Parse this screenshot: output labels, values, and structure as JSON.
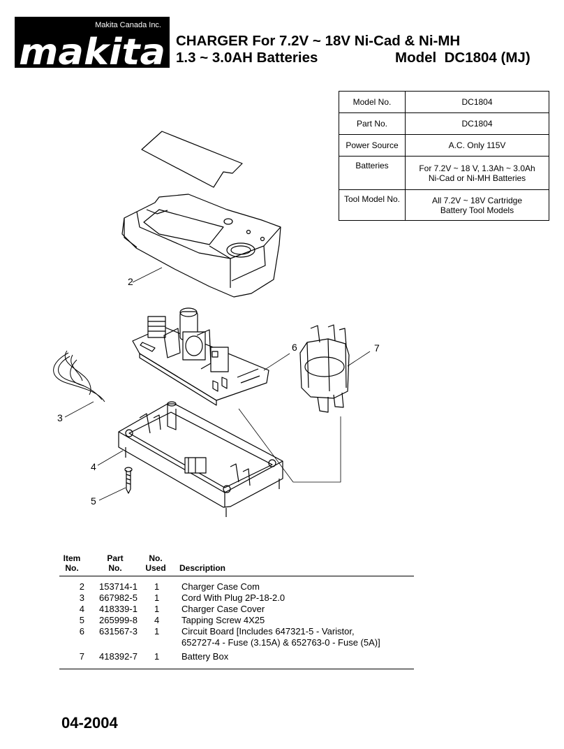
{
  "logo": {
    "company": "Makita Canada Inc.",
    "brand": "makita"
  },
  "header": {
    "title_line1": "CHARGER For 7.2V ~ 18V Ni-Cad & Ni-MH",
    "title_line2": "1.3 ~ 3.0AH Batteries",
    "model": "Model  DC1804 (MJ)"
  },
  "specs": [
    {
      "label": "Model No.",
      "value": "DC1804"
    },
    {
      "label": "Part No.",
      "value": "DC1804"
    },
    {
      "label": "Power Source",
      "value": "A.C. Only 115V"
    },
    {
      "label": "Batteries",
      "value_line1": "For 7.2V ~ 18 V, 1.3Ah ~ 3.0Ah",
      "value_line2": "Ni-Cad  or Ni-MH Batteries"
    },
    {
      "label": "Tool Model No.",
      "value_line1": "All  7.2V ~  18V Cartridge",
      "value_line2": "Battery Tool Models"
    }
  ],
  "callouts": [
    "2",
    "6",
    "7",
    "3",
    "4",
    "5"
  ],
  "parts_table": {
    "headers": {
      "item": "Item",
      "item2": "No.",
      "part": "Part",
      "part2": "No.",
      "used": "No.",
      "used2": "Used",
      "desc": "Description"
    },
    "rows": [
      {
        "item": "2",
        "part": "153714-1",
        "used": "1",
        "desc": "Charger Case Com"
      },
      {
        "item": "3",
        "part": "667982-5",
        "used": "1",
        "desc": "Cord With Plug 2P-18-2.0"
      },
      {
        "item": "4",
        "part": "418339-1",
        "used": "1",
        "desc": "Charger Case Cover"
      },
      {
        "item": "5",
        "part": "265999-8",
        "used": "4",
        "desc": "Tapping Screw 4X25"
      },
      {
        "item": "6",
        "part": "631567-3",
        "used": "1",
        "desc": "Circuit Board [Includes 647321-5 - Varistor,",
        "desc2": "652727-4 - Fuse (3.15A) & 652763-0 - Fuse (5A)]"
      },
      {
        "item": "7",
        "part": "418392-7",
        "used": "1",
        "desc": "Battery Box"
      }
    ]
  },
  "footer": {
    "date": "04-2004"
  }
}
